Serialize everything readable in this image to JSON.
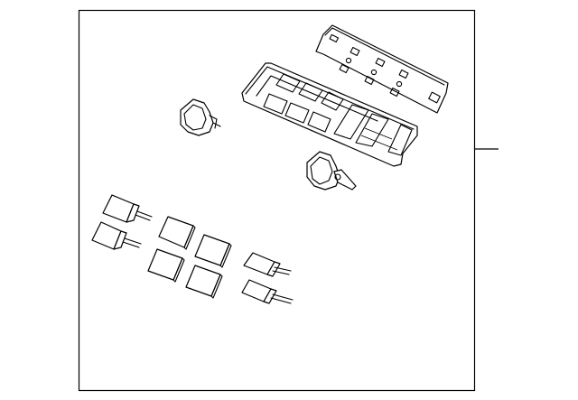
{
  "diagram": {
    "labels": [],
    "line_color": "#000000",
    "background": "#ffffff",
    "parts": [
      "switch-panel-assembly",
      "bezel-frame",
      "mounting-bracket",
      "rotary-switch-left",
      "rotary-switch-right",
      "switch-knob",
      "button-cap"
    ]
  }
}
